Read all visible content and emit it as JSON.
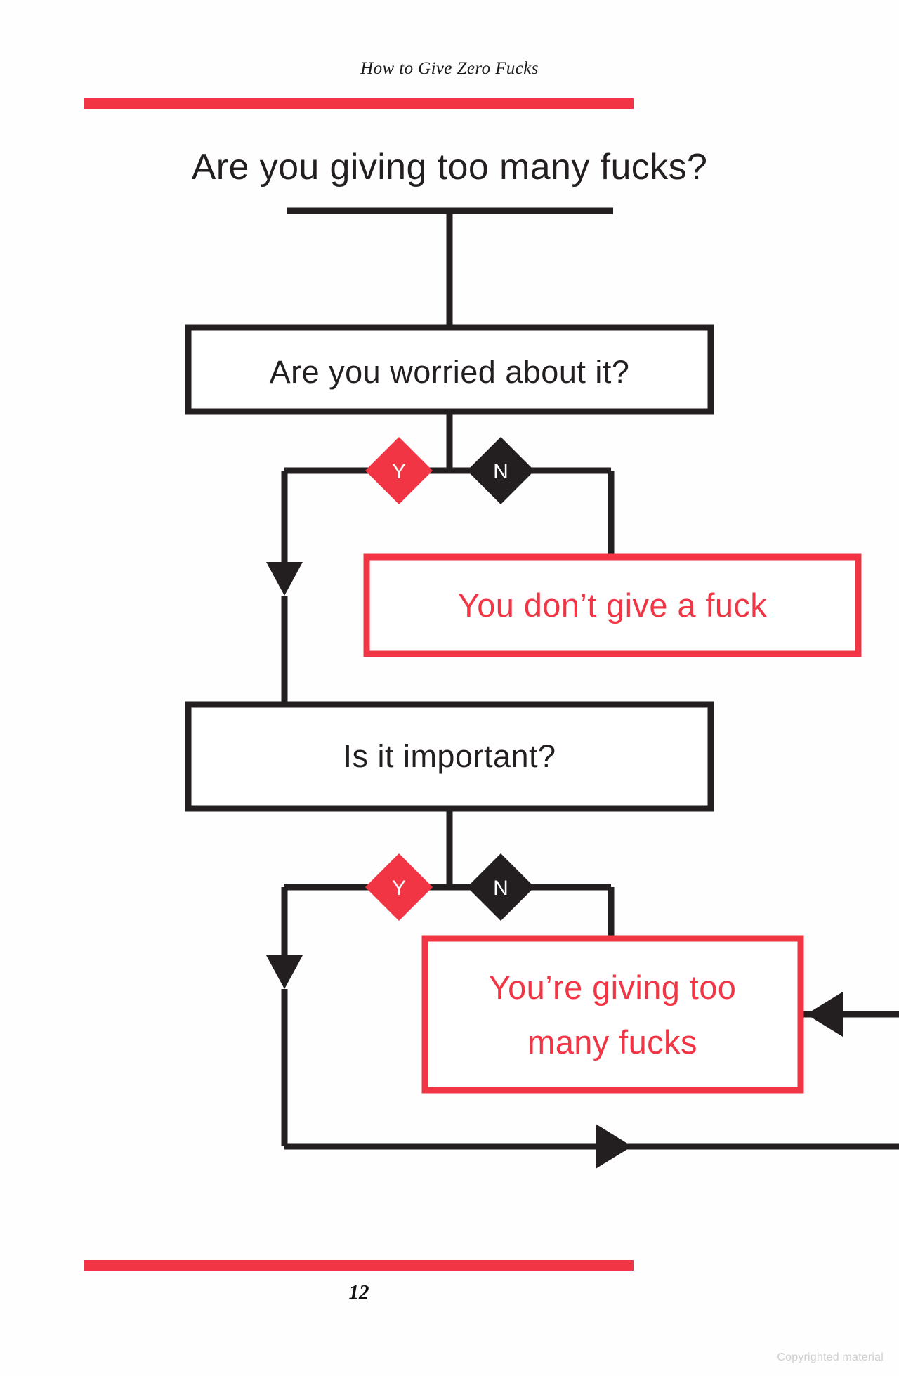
{
  "page": {
    "running_head": "How to Give Zero Fucks",
    "page_number": "12",
    "copyright_notice": "Copyrighted material",
    "accent_red": "#F23544",
    "ink_black": "#231F20",
    "background": "#ffffff"
  },
  "flowchart": {
    "type": "decision-flowchart",
    "title": "Are you giving too many fucks?",
    "nodes": [
      {
        "id": "title",
        "kind": "title",
        "label": "Are you giving too many fucks?"
      },
      {
        "id": "q1",
        "kind": "question-box",
        "label": "Are you worried about it?"
      },
      {
        "id": "q1-yes",
        "kind": "decision",
        "label": "Y"
      },
      {
        "id": "q1-no",
        "kind": "decision",
        "label": "N"
      },
      {
        "id": "r1",
        "kind": "result-box",
        "label": "You don’t give a fuck"
      },
      {
        "id": "q2",
        "kind": "question-box",
        "label": "Is it important?"
      },
      {
        "id": "q2-yes",
        "kind": "decision",
        "label": "Y"
      },
      {
        "id": "q2-no",
        "kind": "decision",
        "label": "N"
      },
      {
        "id": "r2",
        "kind": "result-box",
        "label_line_1": "You’re giving too",
        "label_line_2": "many fucks"
      }
    ],
    "edges": [
      {
        "from": "title",
        "to": "q1",
        "branch": ""
      },
      {
        "from": "q1",
        "to": "q2",
        "branch": "Y"
      },
      {
        "from": "q1",
        "to": "r1",
        "branch": "N"
      },
      {
        "from": "q2",
        "to": "bottom",
        "branch": "Y"
      },
      {
        "from": "q2",
        "to": "r2",
        "branch": "N"
      },
      {
        "from": "offpage-right",
        "to": "r2",
        "branch": ""
      }
    ]
  }
}
